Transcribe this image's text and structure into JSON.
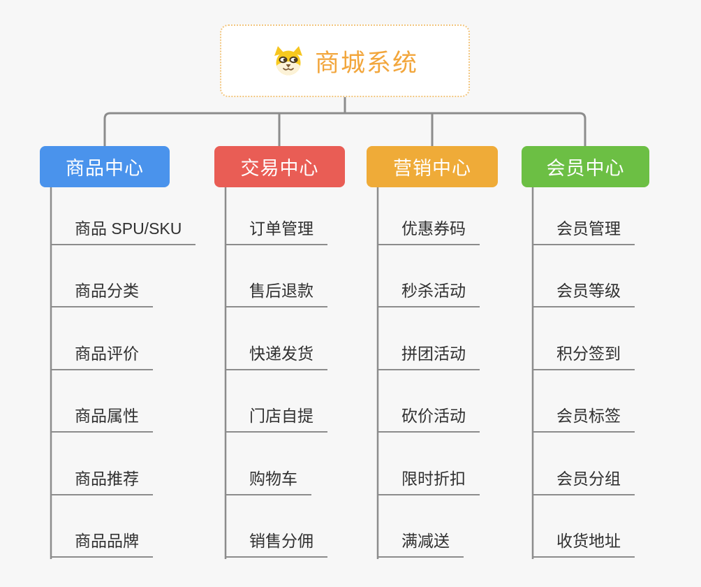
{
  "colors": {
    "background": "#f7f7f7",
    "connector_line": "#8c8c8c",
    "leaf_text": "#303030",
    "root_border": "#f2c57d",
    "root_title": "#f2a63c"
  },
  "root": {
    "title": "商城系统",
    "icon": "shiba-dog-icon"
  },
  "branches": [
    {
      "label": "商品中心",
      "color": "#4a93ec",
      "children": [
        "商品 SPU/SKU",
        "商品分类",
        "商品评价",
        "商品属性",
        "商品推荐",
        "商品品牌"
      ]
    },
    {
      "label": "交易中心",
      "color": "#e95d55",
      "children": [
        "订单管理",
        "售后退款",
        "快递发货",
        "门店自提",
        "购物车",
        "销售分佣"
      ]
    },
    {
      "label": "营销中心",
      "color": "#efab38",
      "children": [
        "优惠券码",
        "秒杀活动",
        "拼团活动",
        "砍价活动",
        "限时折扣",
        "满减送"
      ]
    },
    {
      "label": "会员中心",
      "color": "#6cbf44",
      "children": [
        "会员管理",
        "会员等级",
        "积分签到",
        "会员标签",
        "会员分组",
        "收货地址"
      ]
    }
  ]
}
